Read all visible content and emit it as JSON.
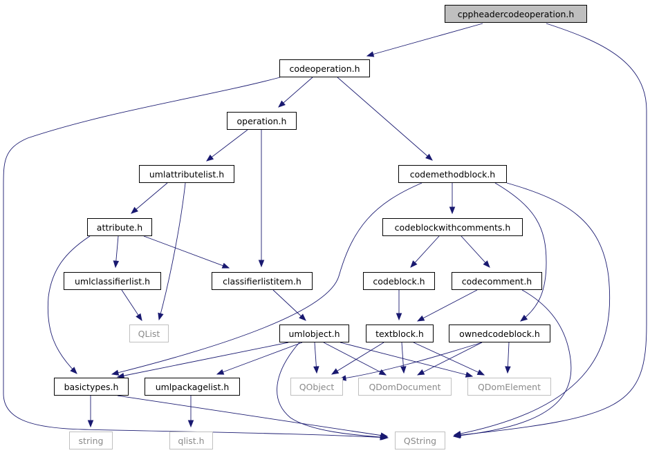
{
  "graph": {
    "nodes": [
      {
        "id": "cppheadercodeoperation",
        "label": "cppheadercodeoperation.h",
        "kind": "root"
      },
      {
        "id": "codeoperation",
        "label": "codeoperation.h",
        "kind": "file"
      },
      {
        "id": "operation",
        "label": "operation.h",
        "kind": "file"
      },
      {
        "id": "codemethodblock",
        "label": "codemethodblock.h",
        "kind": "file"
      },
      {
        "id": "umlattributelist",
        "label": "umlattributelist.h",
        "kind": "file"
      },
      {
        "id": "attribute",
        "label": "attribute.h",
        "kind": "file"
      },
      {
        "id": "codeblockwithcomments",
        "label": "codeblockwithcomments.h",
        "kind": "file"
      },
      {
        "id": "umlclassifierlist",
        "label": "umlclassifierlist.h",
        "kind": "file"
      },
      {
        "id": "classifierlistitem",
        "label": "classifierlistitem.h",
        "kind": "file"
      },
      {
        "id": "codeblock",
        "label": "codeblock.h",
        "kind": "file"
      },
      {
        "id": "codecomment",
        "label": "codecomment.h",
        "kind": "file"
      },
      {
        "id": "QList",
        "label": "QList",
        "kind": "external"
      },
      {
        "id": "umlobject",
        "label": "umlobject.h",
        "kind": "file"
      },
      {
        "id": "textblock",
        "label": "textblock.h",
        "kind": "file"
      },
      {
        "id": "ownedcodeblock",
        "label": "ownedcodeblock.h",
        "kind": "file"
      },
      {
        "id": "basictypes",
        "label": "basictypes.h",
        "kind": "file"
      },
      {
        "id": "umlpackagelist",
        "label": "umlpackagelist.h",
        "kind": "file"
      },
      {
        "id": "QObject",
        "label": "QObject",
        "kind": "external"
      },
      {
        "id": "QDomDocument",
        "label": "QDomDocument",
        "kind": "external"
      },
      {
        "id": "QDomElement",
        "label": "QDomElement",
        "kind": "external"
      },
      {
        "id": "string",
        "label": "string",
        "kind": "external"
      },
      {
        "id": "qlist",
        "label": "qlist.h",
        "kind": "external"
      },
      {
        "id": "QString",
        "label": "QString",
        "kind": "external"
      }
    ],
    "edges": [
      {
        "from": "cppheadercodeoperation",
        "to": "codeoperation"
      },
      {
        "from": "cppheadercodeoperation",
        "to": "QString"
      },
      {
        "from": "codeoperation",
        "to": "operation"
      },
      {
        "from": "codeoperation",
        "to": "codemethodblock"
      },
      {
        "from": "codeoperation",
        "to": "QString"
      },
      {
        "from": "operation",
        "to": "umlattributelist"
      },
      {
        "from": "operation",
        "to": "classifierlistitem"
      },
      {
        "from": "umlattributelist",
        "to": "attribute"
      },
      {
        "from": "umlattributelist",
        "to": "QList"
      },
      {
        "from": "attribute",
        "to": "umlclassifierlist"
      },
      {
        "from": "attribute",
        "to": "classifierlistitem"
      },
      {
        "from": "attribute",
        "to": "basictypes"
      },
      {
        "from": "umlclassifierlist",
        "to": "QList"
      },
      {
        "from": "classifierlistitem",
        "to": "umlobject"
      },
      {
        "from": "codemethodblock",
        "to": "codeblockwithcomments"
      },
      {
        "from": "codemethodblock",
        "to": "ownedcodeblock"
      },
      {
        "from": "codemethodblock",
        "to": "basictypes"
      },
      {
        "from": "codemethodblock",
        "to": "QString"
      },
      {
        "from": "codeblockwithcomments",
        "to": "codeblock"
      },
      {
        "from": "codeblockwithcomments",
        "to": "codecomment"
      },
      {
        "from": "codeblock",
        "to": "textblock"
      },
      {
        "from": "codecomment",
        "to": "textblock"
      },
      {
        "from": "codecomment",
        "to": "QString"
      },
      {
        "from": "textblock",
        "to": "QObject"
      },
      {
        "from": "textblock",
        "to": "QDomDocument"
      },
      {
        "from": "textblock",
        "to": "QDomElement"
      },
      {
        "from": "umlobject",
        "to": "basictypes"
      },
      {
        "from": "umlobject",
        "to": "umlpackagelist"
      },
      {
        "from": "umlobject",
        "to": "QObject"
      },
      {
        "from": "umlobject",
        "to": "QDomDocument"
      },
      {
        "from": "umlobject",
        "to": "QDomElement"
      },
      {
        "from": "umlobject",
        "to": "QString"
      },
      {
        "from": "ownedcodeblock",
        "to": "QObject"
      },
      {
        "from": "ownedcodeblock",
        "to": "QDomDocument"
      },
      {
        "from": "ownedcodeblock",
        "to": "QDomElement"
      },
      {
        "from": "basictypes",
        "to": "string"
      },
      {
        "from": "basictypes",
        "to": "QString"
      },
      {
        "from": "umlpackagelist",
        "to": "qlist"
      }
    ]
  }
}
